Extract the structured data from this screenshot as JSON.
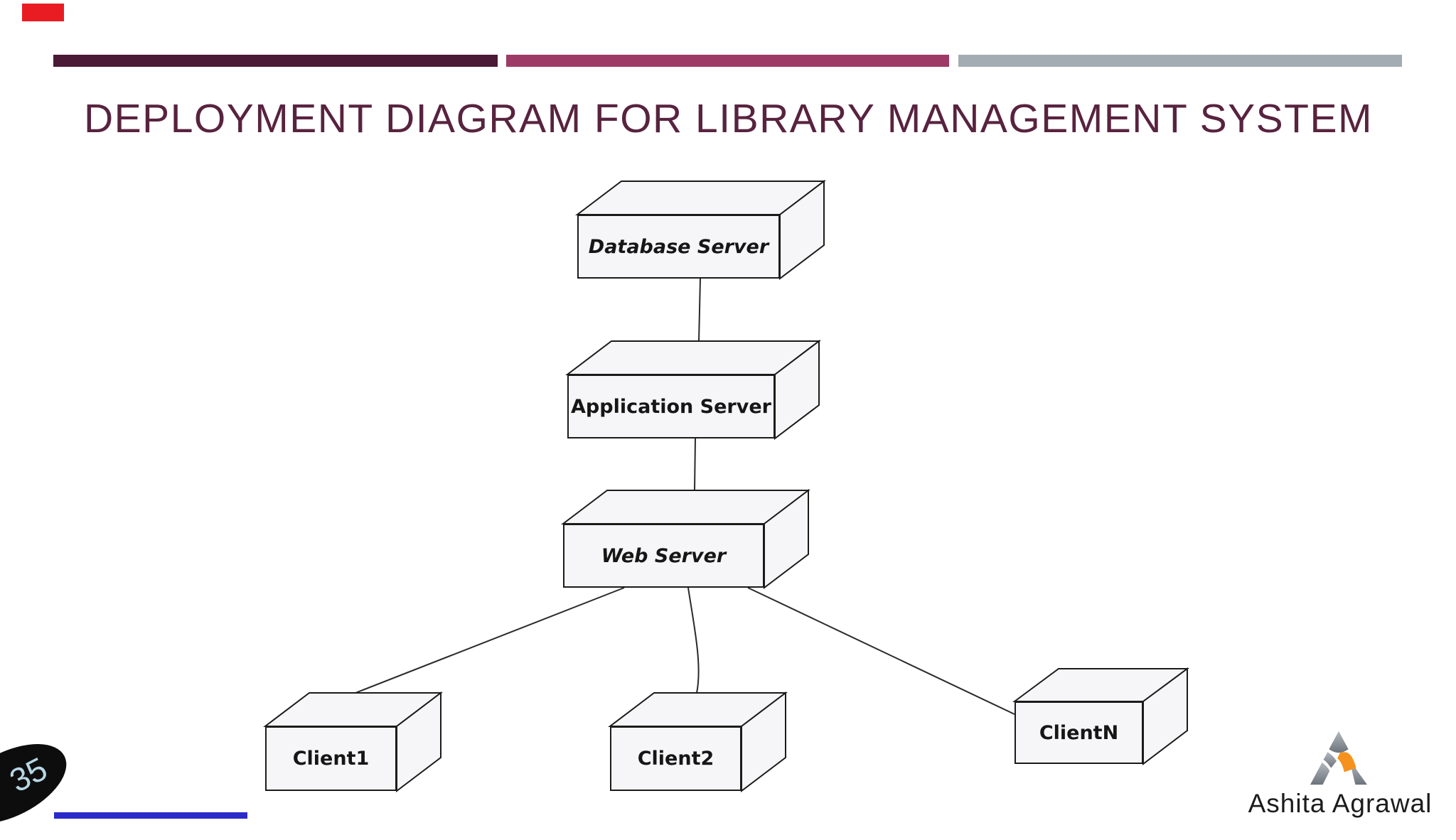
{
  "slide": {
    "title": "DEPLOYMENT DIAGRAM FOR LIBRARY MANAGEMENT SYSTEM",
    "title_color": "#58233f",
    "page_number": "35",
    "accent_bar_colors": [
      "#4a1a36",
      "#9e3a66",
      "#a4acb3"
    ],
    "background_color": "#ffffff"
  },
  "overlay": {
    "record_indicator_color": "#e91c24",
    "progress_bar_color": "#2a2ac8"
  },
  "diagram": {
    "type": "uml-deployment-diagram",
    "node_fill": "#f6f6f8",
    "node_border": "#1b1b1b",
    "nodes": [
      {
        "label": "Database Server"
      },
      {
        "label": "Application Server"
      },
      {
        "label": "Web Server"
      },
      {
        "label": "Client1"
      },
      {
        "label": "Client2"
      },
      {
        "label": "ClientN"
      }
    ],
    "connections": [
      {
        "from": "Database Server",
        "to": "Application Server"
      },
      {
        "from": "Application Server",
        "to": "Web Server"
      },
      {
        "from": "Web Server",
        "to": "Client1"
      },
      {
        "from": "Web Server",
        "to": "Client2"
      },
      {
        "from": "Web Server",
        "to": "ClientN"
      }
    ]
  },
  "footer": {
    "logo_text": "Ashita Agrawal",
    "logo_gray": "#7d848b",
    "logo_orange": "#f5921e",
    "page_badge_text_color": "#b7d7e6"
  }
}
